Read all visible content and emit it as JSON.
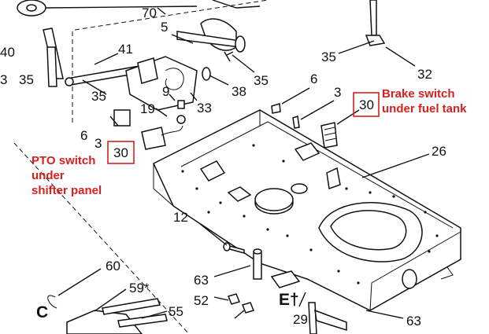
{
  "labels": {
    "n70": "70",
    "n5": "5",
    "n41": "41",
    "n40": "40",
    "n35a": "35",
    "n35b": "35",
    "n35c": "35",
    "n35d": "35",
    "n32": "32",
    "n38": "38",
    "n33": "33",
    "n9": "9",
    "n19": "19",
    "n6a": "6",
    "n6b": "6",
    "n3a": "3",
    "n3b": "3",
    "n26": "26",
    "n12": "12",
    "n60": "60",
    "n59": "59*",
    "n55": "55",
    "n63a": "63",
    "n63b": "63",
    "n52": "52",
    "n29": "29",
    "lC": "C",
    "lE": "E†",
    "n3edge": "3"
  },
  "callouts": {
    "brake_box": "30",
    "brake_text_line1": "Brake switch",
    "brake_text_line2": "under fuel tank",
    "pto_box": "30",
    "pto_text_line1": "PTO switch",
    "pto_text_line2": "under",
    "pto_text_line3": "shifter panel"
  },
  "colors": {
    "callout": "#d62020",
    "line": "#111111"
  }
}
